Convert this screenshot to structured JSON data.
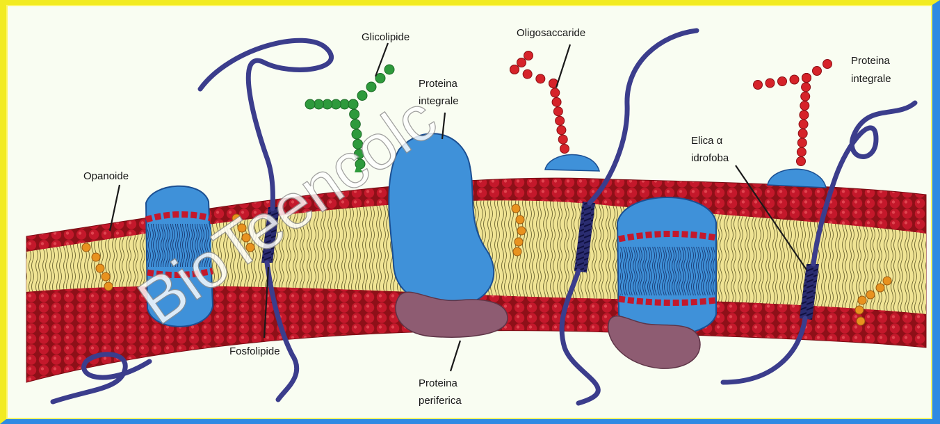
{
  "labels": {
    "glycolipid": "Glicolipide",
    "oligosaccharide": "Oligosaccaride",
    "integral_protein_center": [
      "Proteina",
      "integrale"
    ],
    "integral_protein_right": [
      "Proteina",
      "integrale"
    ],
    "hopanoid": "Opanoide",
    "phospholipid": "Fosfolipide",
    "peripheral_protein": [
      "Proteina",
      "periferica"
    ],
    "hydrophobic_helix": [
      "Elica α",
      "idrofoba"
    ]
  },
  "watermark": "BioTeencolc",
  "colors": {
    "lipid_head": "#c4182b",
    "lipid_tail_band": "#f0e494",
    "integral_protein": "#3f91d9",
    "peripheral_protein": "#8e5c72",
    "protein_chain": "#3b3d8c",
    "glycolipid_sugar": "#2e9a3c",
    "oligosaccharide_sugar": "#d6232a",
    "hopanoid": "#e8921f",
    "border_top_left": "#f2eb22",
    "border_bottom_right": "#2f8ae3"
  }
}
